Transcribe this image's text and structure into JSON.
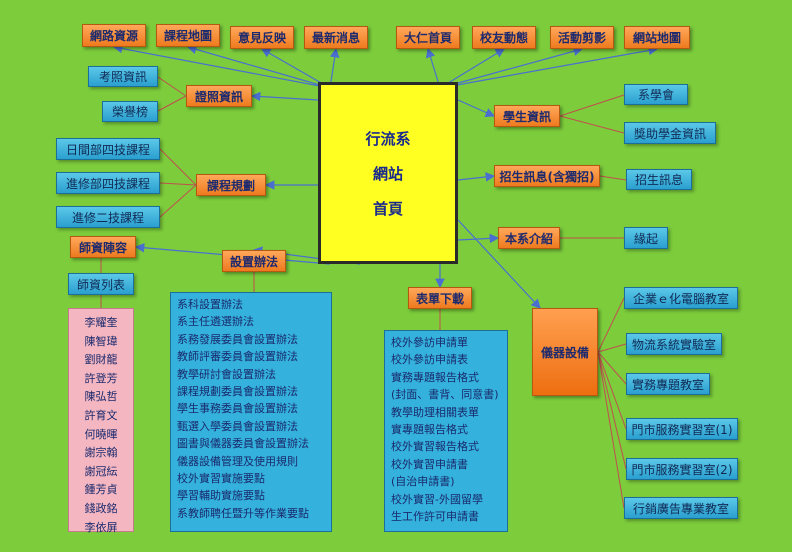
{
  "center": {
    "lines": [
      "行流系",
      "網站",
      "首頁"
    ]
  },
  "top_row": [
    "網路資源",
    "課程地圖",
    "意見反映",
    "最新消息",
    "大仁首頁",
    "校友動態",
    "活動剪影",
    "網站地圖"
  ],
  "left": {
    "certificate": {
      "label": "證照資訊",
      "items": [
        "考照資訊",
        "榮譽榜"
      ]
    },
    "courses": {
      "label": "課程規劃",
      "items": [
        "日間部四技課程",
        "進修部四技課程",
        "進修二技課程"
      ]
    },
    "faculty": {
      "label": "師資陣容",
      "list_label": "師資列表",
      "names": [
        "李耀奎",
        "陳智瑋",
        "劉財龍",
        "許登芳",
        "陳弘哲",
        "許育文",
        "何曉暉",
        "謝宗翰",
        "謝冠紜",
        "鍾芳貞",
        "錢政銘",
        "李依屏"
      ]
    }
  },
  "regulations": {
    "label": "設置辦法",
    "items": [
      "系科設置辦法",
      "系主任遴選辦法",
      "系務發展委員會設置辦法",
      "教師評審委員會設置辦法",
      "教學研討會設置辦法",
      "課程規劃委員會設置辦法",
      "學生事務委員會設置辦法",
      "甄選入學委員會設置辦法",
      "圖書與儀器委員會設置辦法",
      "儀器設備管理及使用規則",
      "校外實習實施要點",
      "學習輔助實施要點",
      "系教師聘任暨升等作業要點"
    ]
  },
  "forms": {
    "label": "表單下載",
    "items": [
      "校外參訪申請單",
      "校外參訪申請表",
      "實務專題報告格式",
      "(封面、書背、同意書)",
      "教學助理相關表單",
      "實專題報告格式",
      "校外實習報告格式",
      "校外實習申請書",
      "(自治申請書)",
      "校外實習-外國留學",
      "生工作許可申請書"
    ]
  },
  "right": {
    "student": {
      "label": "學生資訊",
      "items": [
        "系學會",
        "獎助學金資訊"
      ]
    },
    "admission": {
      "label": "招生訊息(含獨招)",
      "item": "招生訊息"
    },
    "intro": {
      "label": "本系介紹",
      "item": "緣起"
    },
    "equipment": {
      "label": "儀器設備",
      "items": [
        "企業ｅ化電腦教室",
        "物流系統實驗室",
        "實務專題教室",
        "門市服務實習室(1)",
        "門市服務實習室(2)",
        "行銷廣告專業教室"
      ]
    }
  },
  "colors": {
    "background": "#7ccc3c",
    "center": "#ffff22",
    "orange_box": "#f08a30",
    "blue_box": "#34b1dc",
    "pink_panel": "#f4b6c0",
    "blue_line": "#4a6fd0",
    "red_line": "#c0504d"
  }
}
